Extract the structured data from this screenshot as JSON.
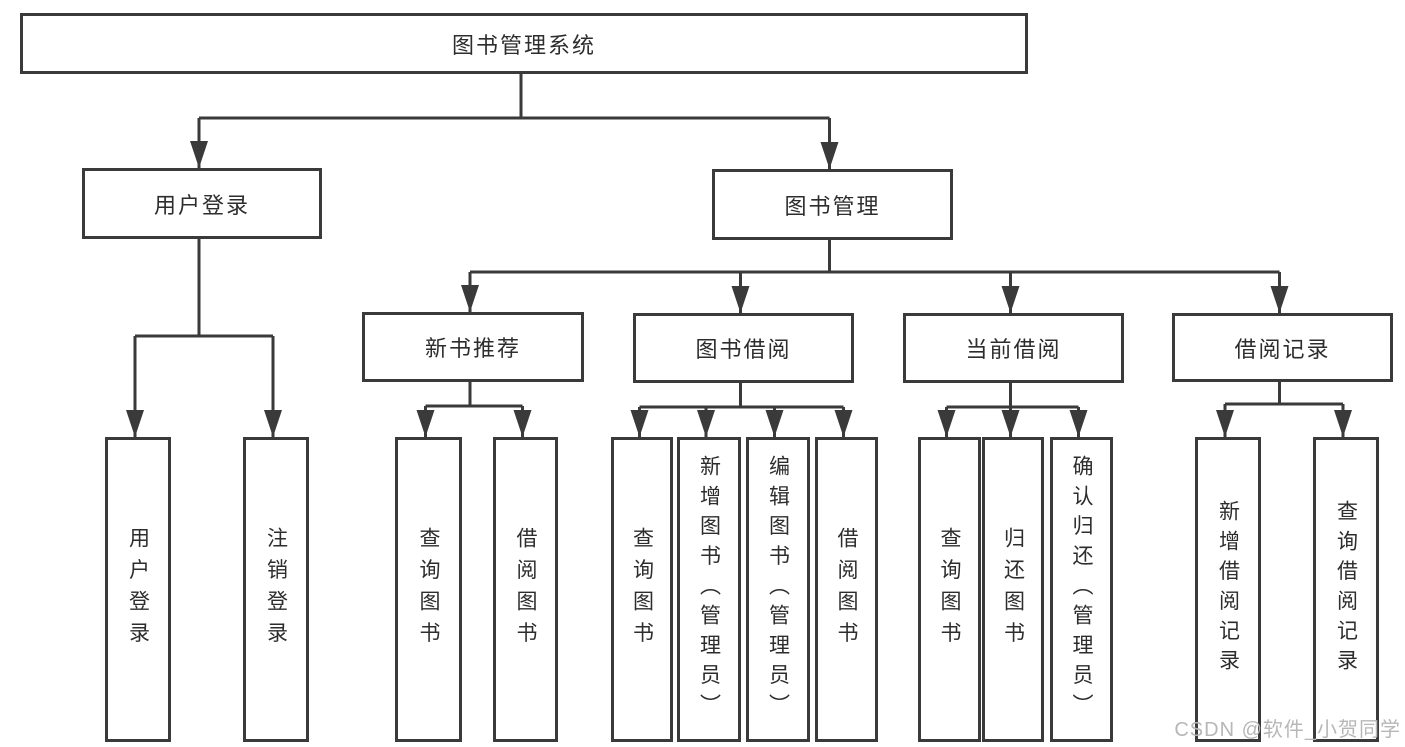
{
  "tree": {
    "label": "图书管理系统",
    "children": [
      {
        "label": "用户登录",
        "children": [
          {
            "label": "用户登录"
          },
          {
            "label": "注销登录"
          }
        ]
      },
      {
        "label": "图书管理",
        "children": [
          {
            "label": "新书推荐",
            "children": [
              {
                "label": "查询图书"
              },
              {
                "label": "借阅图书"
              }
            ]
          },
          {
            "label": "图书借阅",
            "children": [
              {
                "label": "查询图书"
              },
              {
                "label": "新增图书（管理员）"
              },
              {
                "label": "编辑图书（管理员）"
              },
              {
                "label": "借阅图书"
              }
            ]
          },
          {
            "label": "当前借阅",
            "children": [
              {
                "label": "查询图书"
              },
              {
                "label": "归还图书"
              },
              {
                "label": "确认归还（管理员）"
              }
            ]
          },
          {
            "label": "借阅记录",
            "children": [
              {
                "label": "新增借阅记录"
              },
              {
                "label": "查询借阅记录"
              }
            ]
          }
        ]
      }
    ]
  },
  "watermark": {
    "text": "CSDN @软件_小贺同学"
  },
  "colors": {
    "line": "#3a3a3a",
    "node_border": "#3a3a3a",
    "node_text": "#2d2d2d",
    "background": "#ffffff",
    "watermark": "#b7b7b7"
  }
}
